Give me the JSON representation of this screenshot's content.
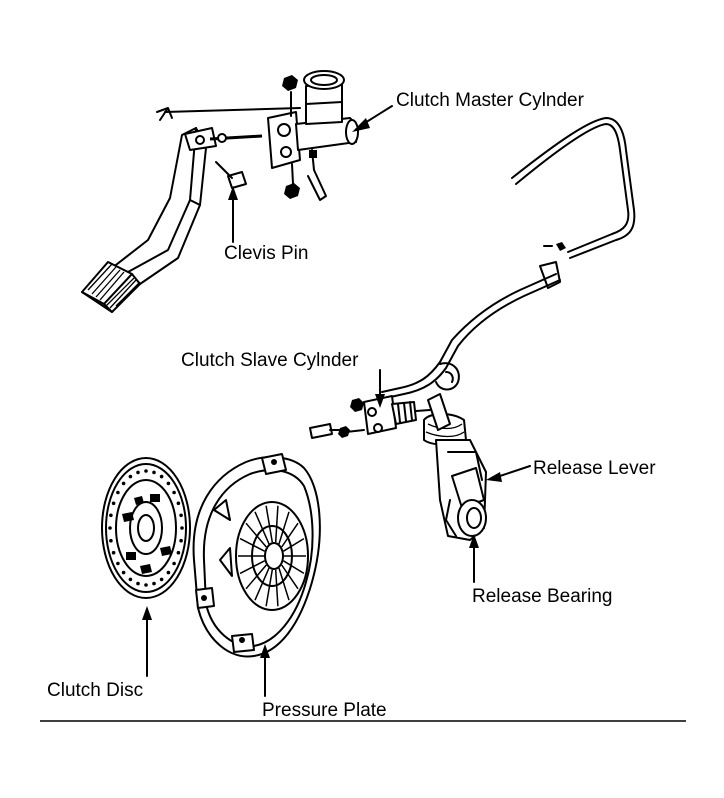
{
  "labels": {
    "master_cylinder": "Clutch Master Cylnder",
    "clevis_pin": "Clevis Pin",
    "slave_cylinder": "Clutch Slave Cylnder",
    "release_lever": "Release Lever",
    "release_bearing": "Release Bearing",
    "clutch_disc": "Clutch Disc",
    "pressure_plate": "Pressure Plate"
  },
  "icons": {
    "pedal": "clutch-pedal-icon",
    "master": "master-cylinder-icon",
    "slave": "slave-cylinder-icon",
    "fork": "release-fork-icon",
    "disc": "clutch-disc-icon",
    "plate": "pressure-plate-icon"
  }
}
